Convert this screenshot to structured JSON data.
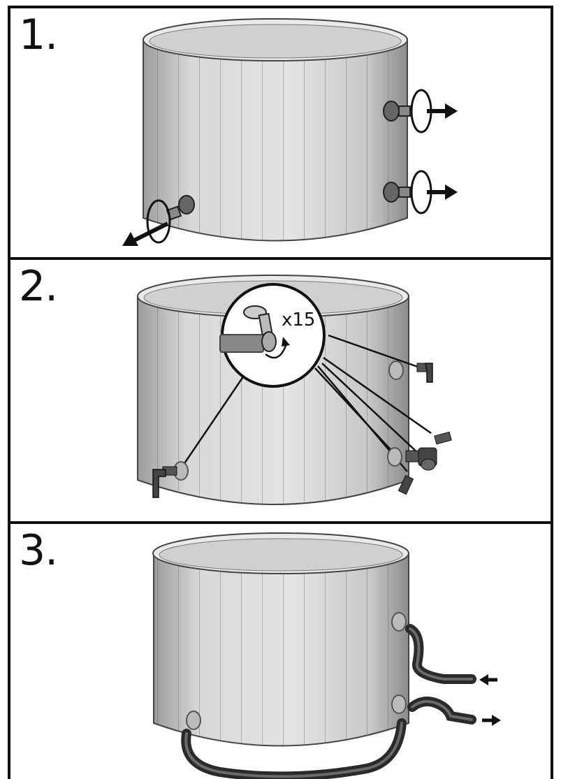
{
  "steps": [
    {
      "number": "1."
    },
    {
      "number": "2.",
      "zoom_quantity": "x15"
    },
    {
      "number": "3."
    }
  ],
  "colors": {
    "frame": "#111111",
    "tub_body": "#dcdcdc",
    "tub_rim": "#b8b8b8",
    "hose": "#3a3a3a",
    "arrow": "#111111"
  }
}
